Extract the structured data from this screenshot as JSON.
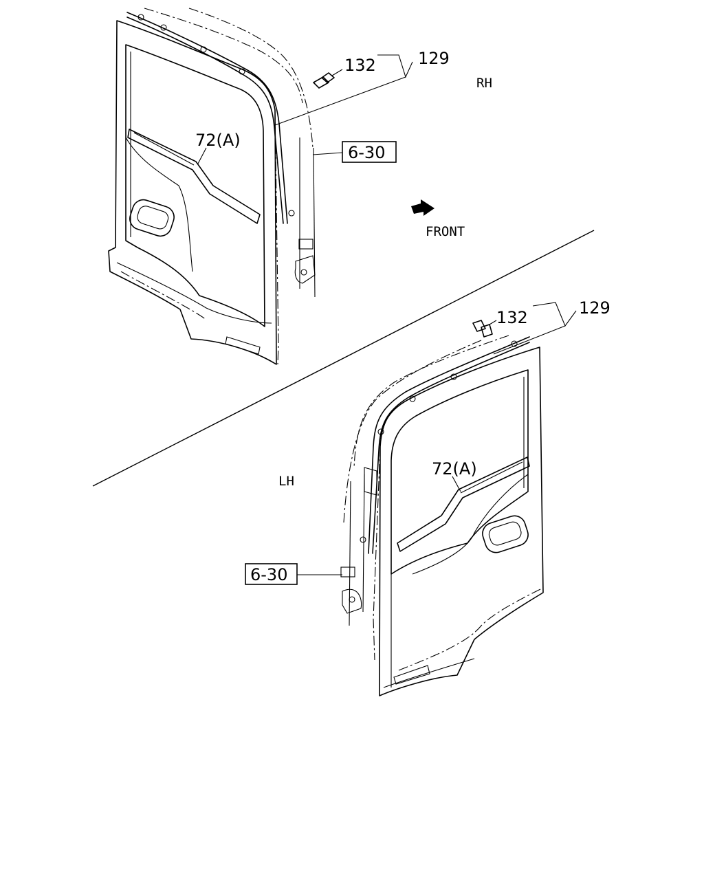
{
  "labels": {
    "rh": "RH",
    "lh": "LH",
    "front": "FRONT",
    "rh_part_132": "132",
    "rh_part_129": "129",
    "rh_part_72a": "72(A)",
    "rh_ref": "6-30",
    "lh_part_132": "132",
    "lh_part_129": "129",
    "lh_part_72a": "72(A)",
    "lh_ref": "6-30"
  }
}
